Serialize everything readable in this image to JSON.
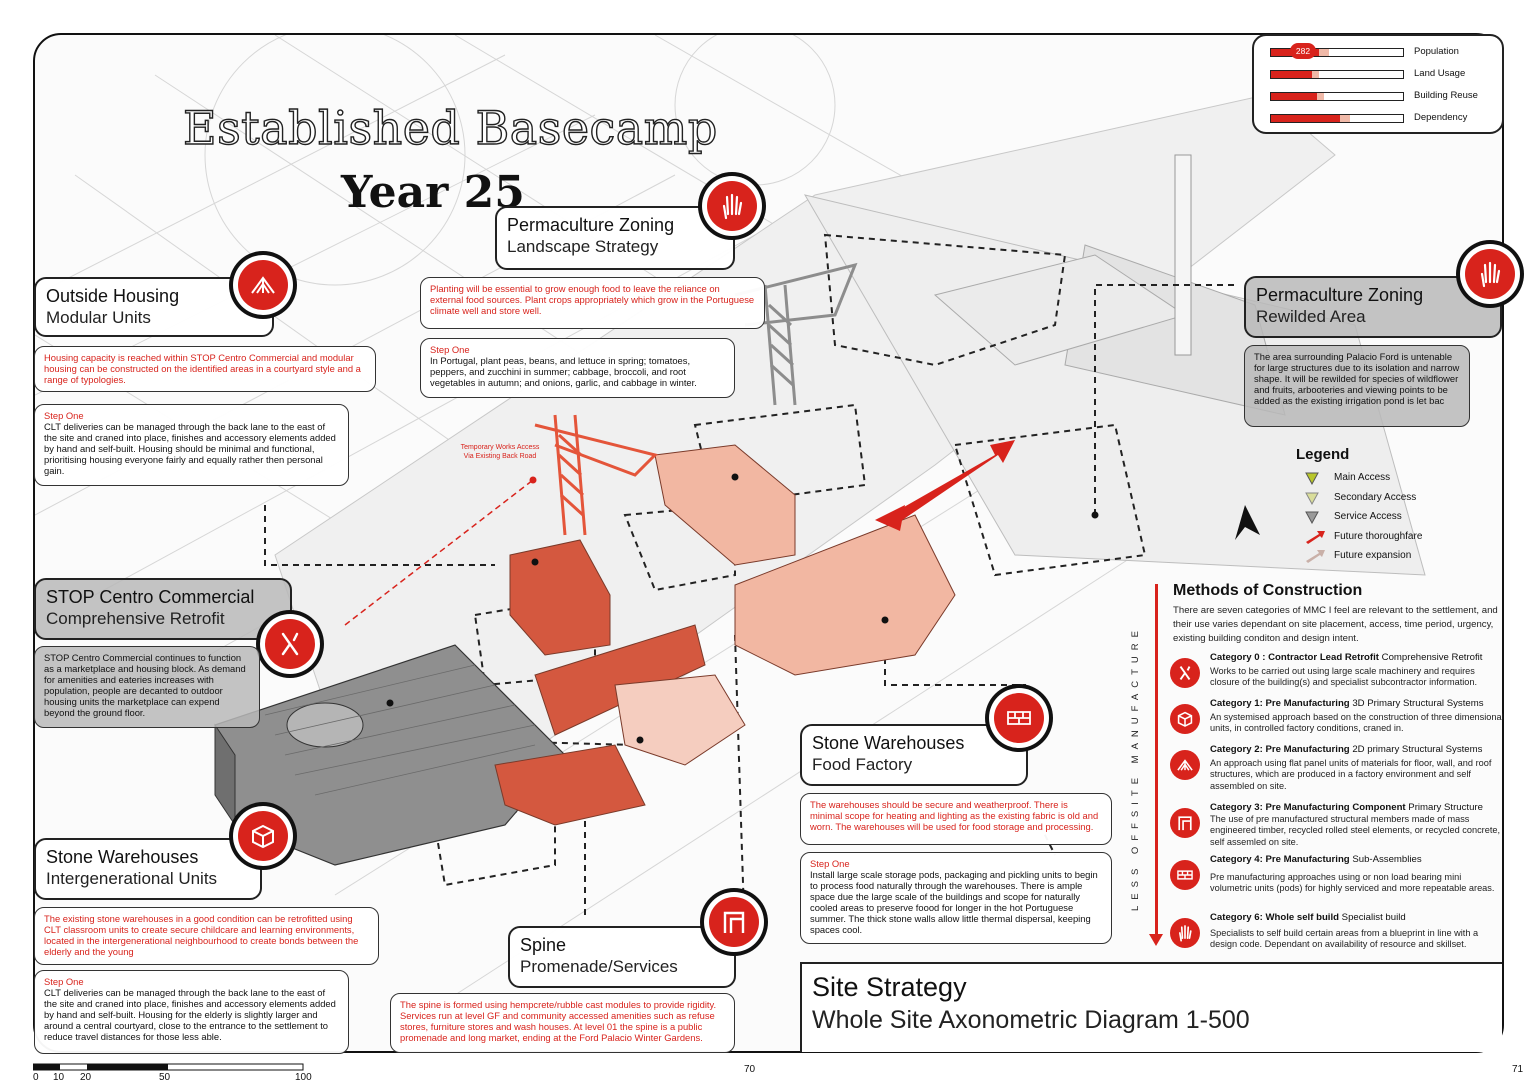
{
  "title": "Established Basecamp",
  "year": "Year 25",
  "meters": [
    {
      "label": "Population",
      "value": 0.36,
      "pale": 0.44,
      "badge": "282"
    },
    {
      "label": "Land Usage",
      "value": 0.31,
      "pale": 0.36
    },
    {
      "label": "Building Reuse",
      "value": 0.35,
      "pale": 0.4
    },
    {
      "label": "Dependency",
      "value": 0.52,
      "pale": 0.6
    }
  ],
  "zones": {
    "outside_housing": {
      "title": "Outside Housing",
      "subtitle": "Modular Units",
      "note": "Housing capacity is reached within STOP Centro Commercial and modular housing can be constructed on the identified areas in a courtyard style and a range of typologies.",
      "step": "Step One",
      "step_body": "CLT deliveries can be managed through the back lane to the east of the site and craned into place, finishes and accessory elements added by hand and self-built. Housing should be minimal and functional, prioritising housing everyone fairly and equally rather then personal gain."
    },
    "permaculture_landscape": {
      "title": "Permaculture Zoning",
      "subtitle": "Landscape Strategy",
      "note": "Planting will be essential to grow enough food to leave the reliance on external food sources. Plant crops appropriately which grow in the Portuguese climate well and store well.",
      "step": "Step One",
      "step_body": "In Portugal, plant peas, beans, and lettuce in spring; tomatoes, peppers, and zucchini in summer; cabbage, broccoli, and root vegetables in autumn; and onions, garlic, and cabbage in winter."
    },
    "permaculture_rewilded": {
      "title": "Permaculture Zoning",
      "subtitle": "Rewilded Area",
      "note": "The area surrounding Palacio Ford is untenable for large structures due to its isolation and narrow shape. It will be rewilded for species of wildflower and fruits, arbooteries and viewing points to be added as the existing irrigation pond is let bac"
    },
    "stop_centro": {
      "title": "STOP Centro Commercial",
      "subtitle": "Comprehensive Retrofit",
      "note": "STOP Centro Commercial continues to function as a marketplace and housing block. As demand for amenities and eateries increases with population, people are decanted to outdoor housing units the marketplace can expend beyond the ground floor."
    },
    "stone_intergen": {
      "title": "Stone Warehouses",
      "subtitle": "Intergenerational Units",
      "note": "The existing stone warehouses in a good condition can be retrofitted using CLT classroom units to create secure childcare and learning environments, located in the intergenerational neighbourhood to create bonds between the elderly and the young",
      "step": "Step One",
      "step_body": "CLT deliveries can be managed through the back lane to the east of the site and craned into place, finishes and accessory elements added by hand and self-built. Housing for the elderly is slightly larger and around a central courtyard, close to the entrance to the settlement to reduce travel distances for those less able."
    },
    "spine": {
      "title": "Spine",
      "subtitle": "Promenade/Services",
      "note": "The spine is formed using hempcrete/rubble cast modules to provide rigidity. Services run at level GF and community accessed amenities such as refuse stores, furniture stores and wash houses. At level 01 the spine is a public promenade and long market, ending at the Ford Palacio Winter Gardens."
    },
    "stone_food": {
      "title": "Stone Warehouses",
      "subtitle": "Food Factory",
      "note": "The warehouses should be secure and weatherproof. There is minimal scope for heating and lighting as the existing fabric is old and worn. The warehouses will be used for food storage and processing.",
      "step": "Step One",
      "step_body": "Install large scale storage pods, packaging and pickling units to begin to process food naturally through the warehouses. There is ample space due the large scale of the buildings and scope for naturally cooled areas to preserve foood for longer in the hot Portuguese summer. The thick stone walls allow little thermal dispersal, keeping spaces cool."
    }
  },
  "temporary_works": "Temporary Works Access\nVia Existing Back Road",
  "legend": {
    "title": "Legend",
    "items": [
      {
        "label": "Main Access",
        "color": "#b8c62a"
      },
      {
        "label": "Secondary Access",
        "color": "#d9dd9a"
      },
      {
        "label": "Service Access",
        "color": "#9a9a9a"
      },
      {
        "label": "Future thoroughfare",
        "color": "#d8231c"
      },
      {
        "label": "Future expansion",
        "color": "#c9b0a8"
      }
    ]
  },
  "methods": {
    "title": "Methods of Construction",
    "intro": "There are seven categories of MMC I feel are relevant to the settlement, and their use varies dependant on site placement, access, time period, urgency, existing building conditon and design intent.",
    "side_text": "LESS   OFFSITE   MANUFACTURE",
    "categories": [
      {
        "head": "Category 0 : Contractor Lead Retrofit",
        "sub": "Comprehensive Retrofit",
        "body": "Works to be carried out using large scale machinery and requires closure of the building(s) and specialist subcontractor information.",
        "icon": "tools-icon"
      },
      {
        "head": "Category 1: Pre Manufacturing",
        "sub": "3D Primary Structural Systems",
        "body": "An systemised approach based on the construction of three dimensional units, in controlled factory conditions, craned in.",
        "icon": "cube-icon"
      },
      {
        "head": "Category 2: Pre Manufacturing",
        "sub": "2D primary Structural Systems",
        "body": "An approach using flat panel units of materials for floor, wall, and roof structures, which are produced in a factory environment and self assembled on site.",
        "icon": "roof-frame-icon"
      },
      {
        "head": "Category 3: Pre Manufacturing Component",
        "sub": "Primary Structure",
        "body": "The use of pre manufactured structural members made of mass engineered timber, recycled rolled steel elements, or recycled concrete, self assemled on site.",
        "icon": "frame-icon"
      },
      {
        "head": "Category 4: Pre Manufacturing",
        "sub": "Sub-Assemblies",
        "body": "Pre manufacturing approaches using or non load bearing mini volumetric units (pods) for highly serviced and more repeatable areas.",
        "icon": "bricks-icon"
      },
      {
        "head": "Category 6: Whole self build",
        "sub": "Specialist build",
        "body": "Specialists to self build certain areas from a blueprint in line with a design code. Dependant on availability of resource and skillset.",
        "icon": "hand-icon"
      }
    ]
  },
  "site_strategy": {
    "title": "Site Strategy",
    "subtitle": "Whole Site Axonometric Diagram 1-500"
  },
  "scale_bar": {
    "ticks": [
      "0",
      "10",
      "20",
      "50",
      "100"
    ]
  },
  "pages": {
    "left": "70",
    "right": "71"
  },
  "colors": {
    "accent": "#d8231c",
    "building_light": "#f2b7a2",
    "building_mid": "#e07a5f",
    "building_dark": "#d4583f",
    "retrofit_grey": "#8f8f8f"
  }
}
